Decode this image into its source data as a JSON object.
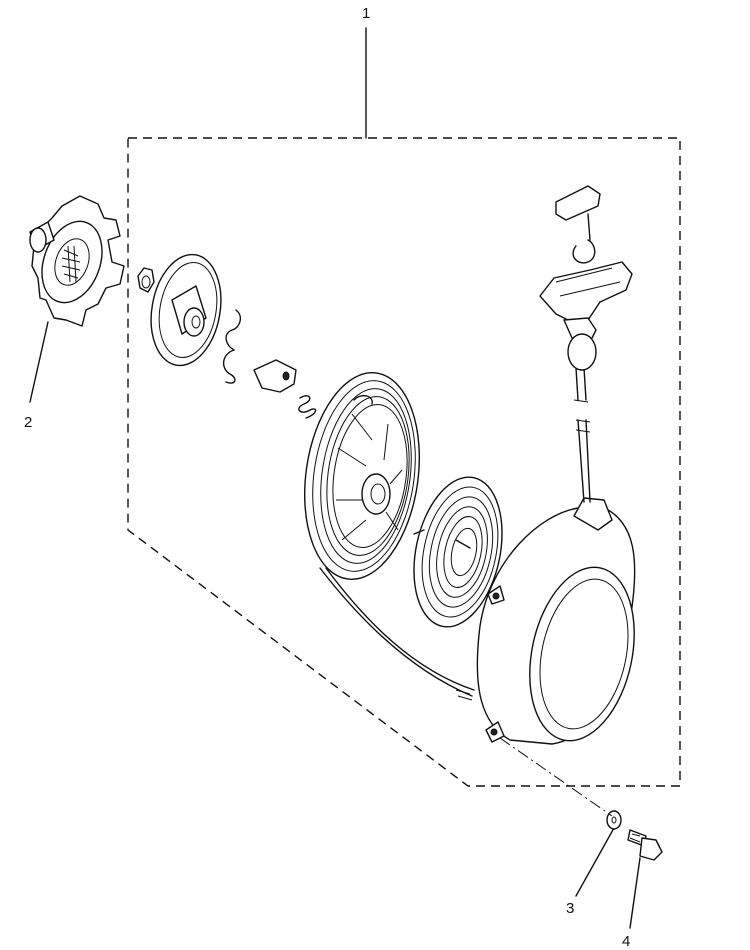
{
  "diagram": {
    "callouts": [
      {
        "id": "1"
      },
      {
        "id": "2"
      },
      {
        "id": "3"
      },
      {
        "id": "4"
      }
    ],
    "line_color": "#111111",
    "background": "#ffffff"
  }
}
